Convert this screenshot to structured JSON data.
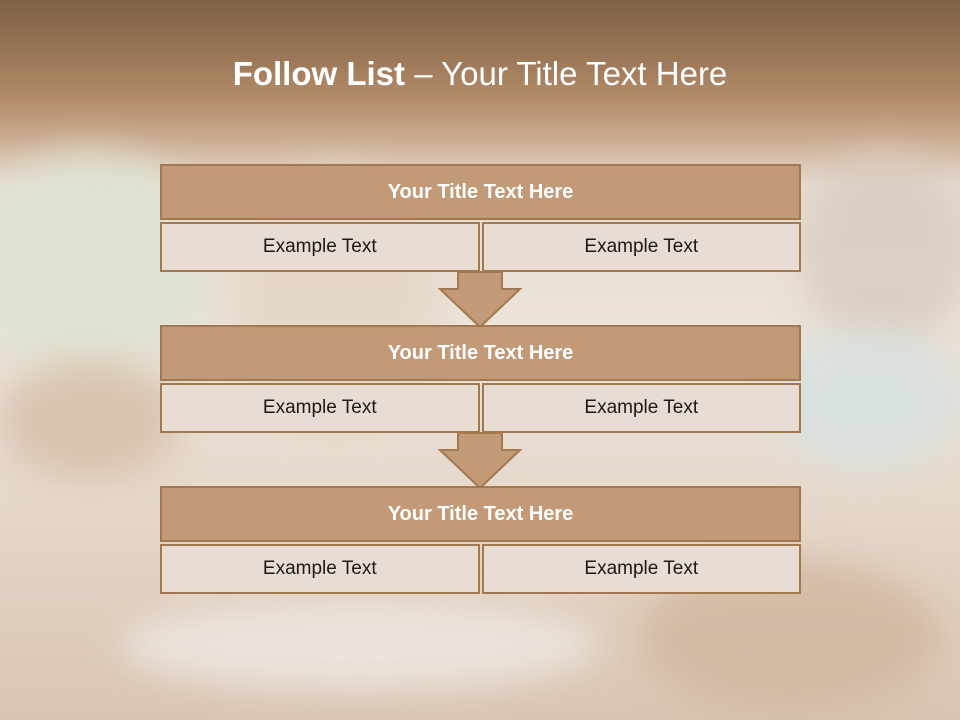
{
  "slide": {
    "title_bold": "Follow List",
    "title_rest": "– Your Title Text Here"
  },
  "blocks": [
    {
      "title": "Your Title Text Here",
      "left": "Example Text",
      "right": "Example Text"
    },
    {
      "title": "Your Title Text Here",
      "left": "Example Text",
      "right": "Example Text"
    },
    {
      "title": "Your Title Text Here",
      "left": "Example Text",
      "right": "Example Text"
    }
  ],
  "colors": {
    "header_fill": "#c29a77",
    "border": "#a4784f",
    "cell_fill": "#e8ddd4",
    "title_text": "#ffffff"
  },
  "icons": [
    "down-arrow-icon",
    "down-arrow-icon"
  ]
}
